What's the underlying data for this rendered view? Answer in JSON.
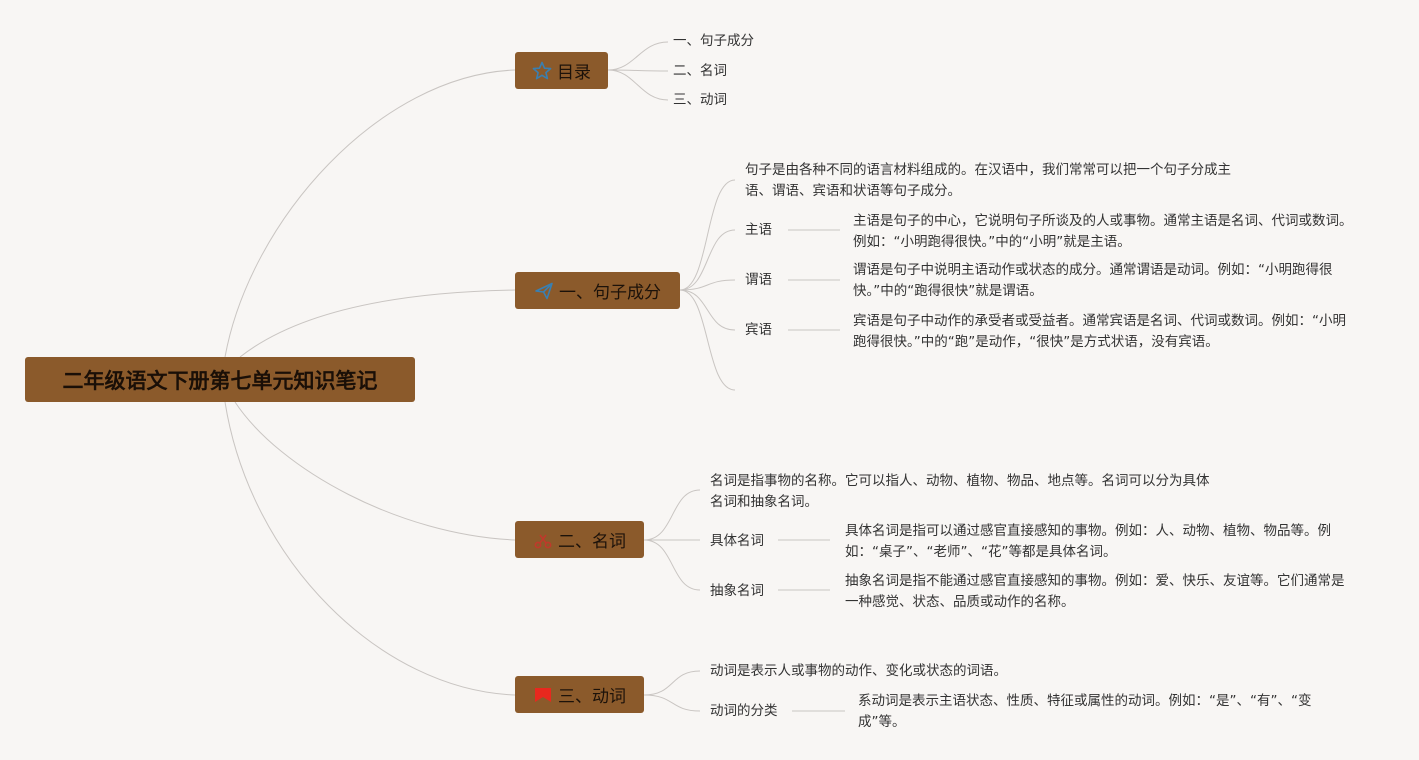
{
  "root": {
    "title": "二年级语文下册第七单元知识笔记"
  },
  "branches": {
    "toc": {
      "label": "目录",
      "icon": "star-icon",
      "items": [
        "一、句子成分",
        "二、名词",
        "三、动词"
      ]
    },
    "sentence": {
      "label": "一、句子成分",
      "icon": "paper-plane-icon",
      "intro": "句子是由各种不同的语言材料组成的。在汉语中，我们常常可以把一个句子分成主语、谓语、宾语和状语等句子成分。",
      "children": [
        {
          "label": "主语",
          "desc": "主语是句子的中心，它说明句子所谈及的人或事物。通常主语是名词、代词或数词。例如：“小明跑得很快。”中的“小明”就是主语。"
        },
        {
          "label": "谓语",
          "desc": "谓语是句子中说明主语动作或状态的成分。通常谓语是动词。例如：“小明跑得很快。”中的“跑得很快”就是谓语。"
        },
        {
          "label": "宾语",
          "desc": "宾语是句子中动作的承受者或受益者。通常宾语是名词、代词或数词。例如：“小明跑得很快。”中的“跑”是动作，“很快”是方式状语，没有宾语。"
        }
      ]
    },
    "noun": {
      "label": "二、名词",
      "icon": "scissors-icon",
      "intro": "名词是指事物的名称。它可以指人、动物、植物、物品、地点等。名词可以分为具体名词和抽象名词。",
      "children": [
        {
          "label": "具体名词",
          "desc": "具体名词是指可以通过感官直接感知的事物。例如：人、动物、植物、物品等。例如：“桌子”、“老师”、“花”等都是具体名词。"
        },
        {
          "label": "抽象名词",
          "desc": "抽象名词是指不能通过感官直接感知的事物。例如：爱、快乐、友谊等。它们通常是一种感觉、状态、品质或动作的名称。"
        }
      ]
    },
    "verb": {
      "label": "三、动词",
      "icon": "red-flag-icon",
      "intro": "动词是表示人或事物的动作、变化或状态的词语。",
      "children": [
        {
          "label": "动词的分类",
          "desc": "系动词是表示主语状态、性质、特征或属性的动词。例如：“是”、“有”、“变成”等。"
        }
      ]
    }
  },
  "colors": {
    "node_fill": "#8b5a2b",
    "connector": "#c9c5c2",
    "background": "#f8f6f4",
    "text": "#333333"
  }
}
